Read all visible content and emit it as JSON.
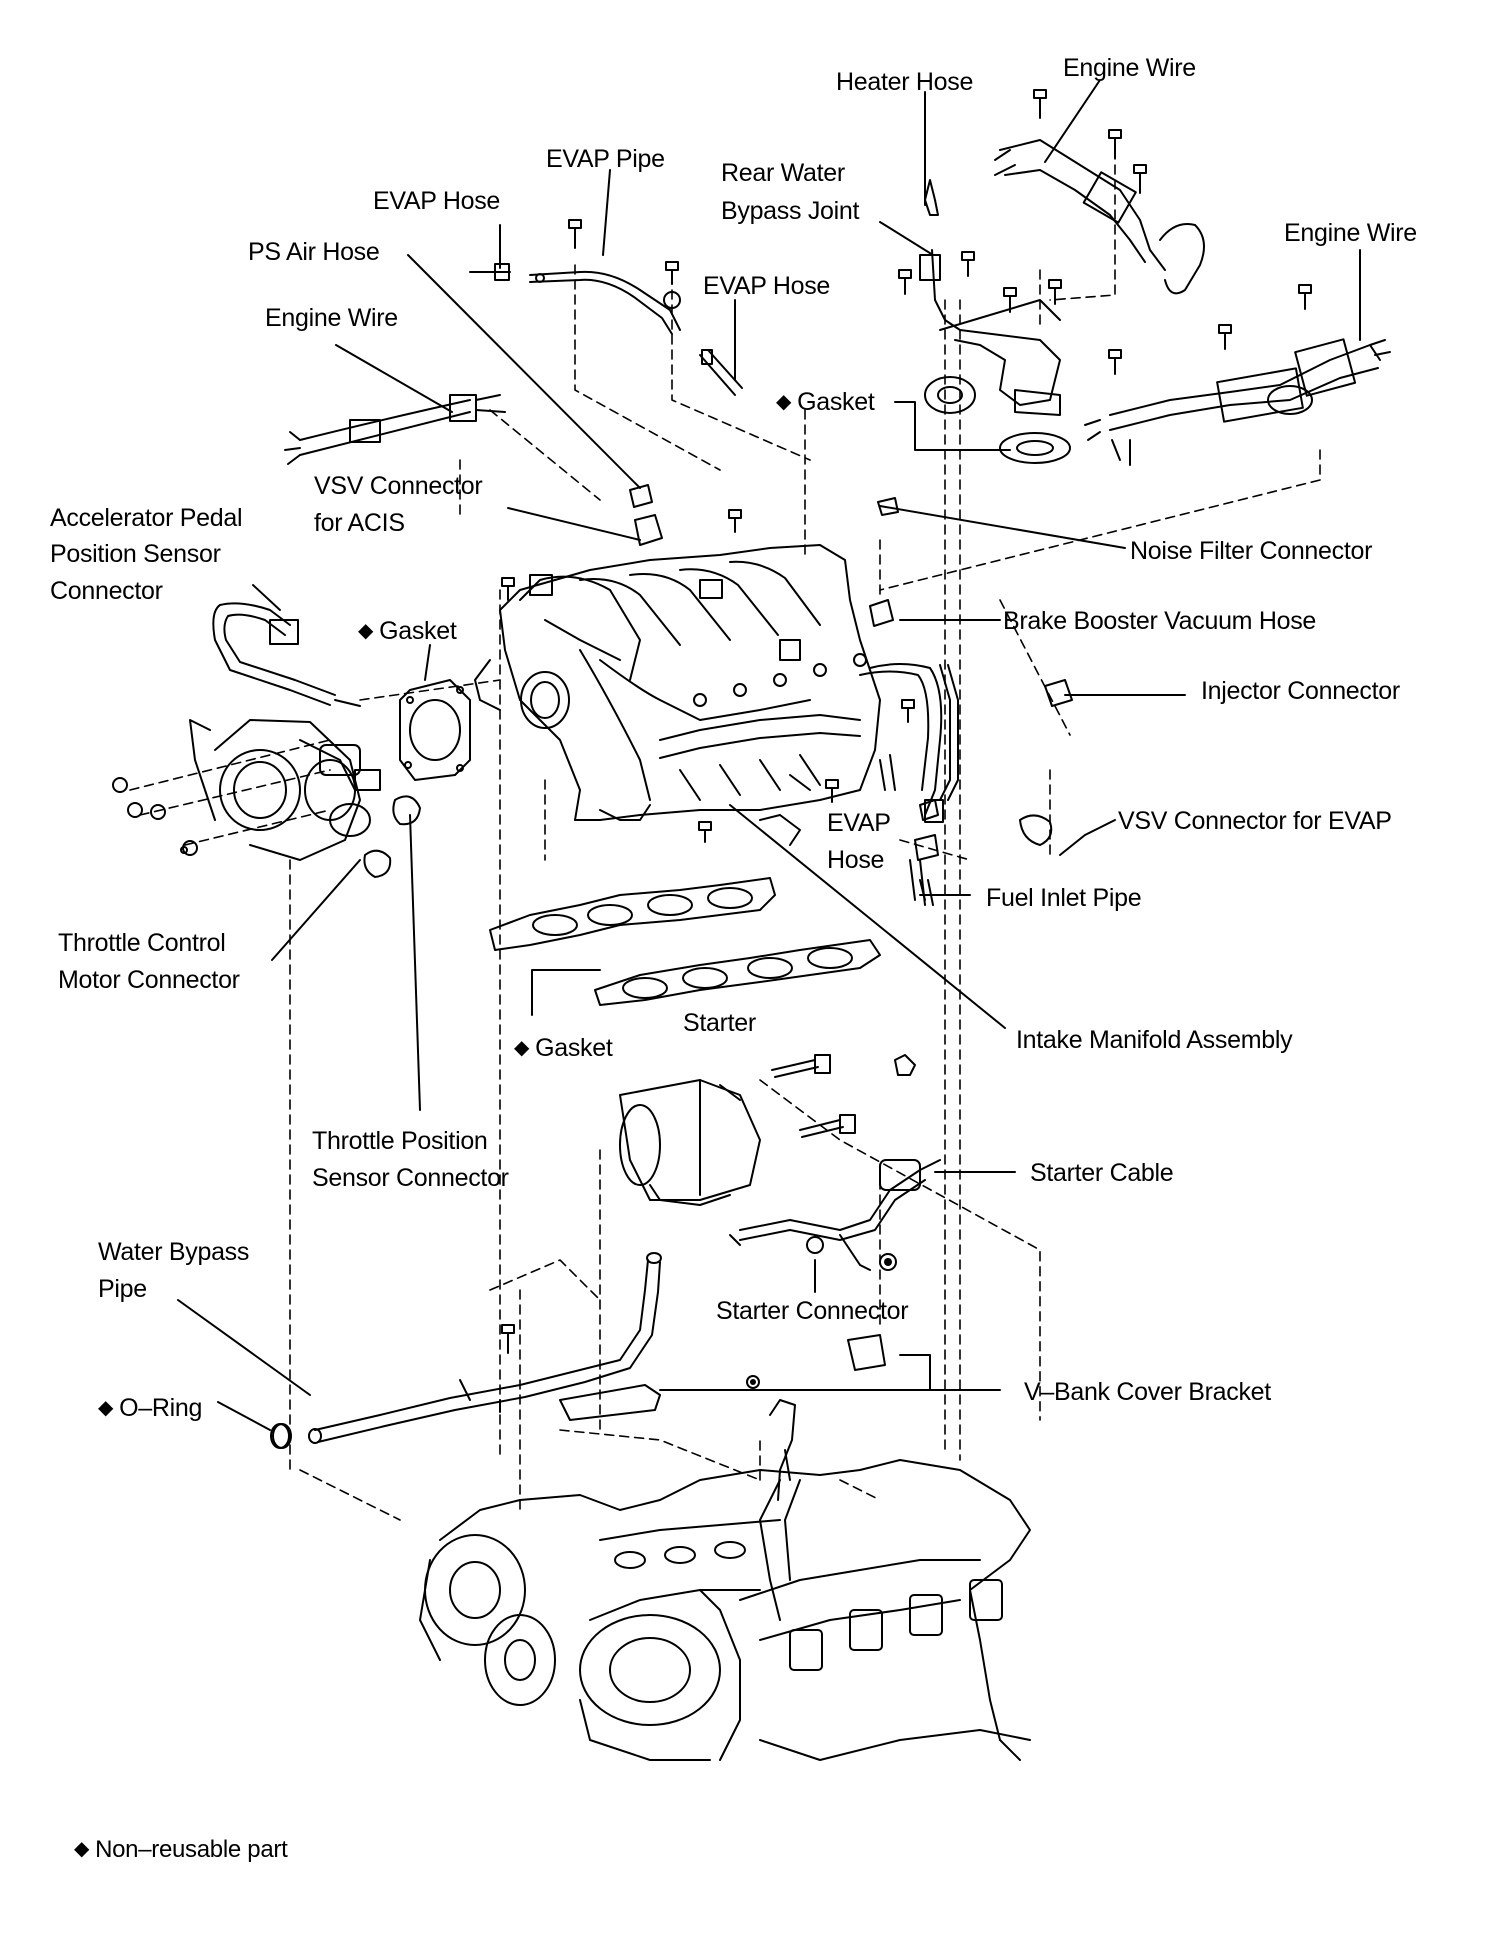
{
  "diamond": "◆",
  "labels": {
    "heater_hose": "Heater Hose",
    "engine_wire_top": "Engine Wire",
    "evap_pipe": "EVAP Pipe",
    "rear_water_bypass_joint_1": "Rear Water",
    "rear_water_bypass_joint_2": "Bypass Joint",
    "evap_hose_top": "EVAP Hose",
    "ps_air_hose": "PS Air Hose",
    "evap_hose_mid": "EVAP Hose",
    "engine_wire_right": "Engine Wire",
    "engine_wire_left": "Engine Wire",
    "gasket_top": "Gasket",
    "vsv_connector_acis_1": "VSV Connector",
    "vsv_connector_acis_2": "for ACIS",
    "accel_pedal_1": "Accelerator Pedal",
    "accel_pedal_2": "Position Sensor",
    "accel_pedal_3": "Connector",
    "noise_filter_connector": "Noise Filter Connector",
    "gasket_throttle": "Gasket",
    "brake_booster_vacuum_hose": "Brake Booster Vacuum Hose",
    "injector_connector": "Injector Connector",
    "evap_hose_bottom_1": "EVAP",
    "evap_hose_bottom_2": "Hose",
    "vsv_connector_evap": "VSV Connector for EVAP",
    "fuel_inlet_pipe": "Fuel Inlet Pipe",
    "throttle_control_1": "Throttle Control",
    "throttle_control_2": "Motor Connector",
    "starter": "Starter",
    "gasket_manifold": "Gasket",
    "intake_manifold_assembly": "Intake Manifold Assembly",
    "throttle_position_1": "Throttle Position",
    "throttle_position_2": "Sensor Connector",
    "starter_cable": "Starter Cable",
    "water_bypass_pipe_1": "Water Bypass",
    "water_bypass_pipe_2": "Pipe",
    "starter_connector": "Starter Connector",
    "o_ring": "O–Ring",
    "v_bank_cover_bracket": "V–Bank Cover Bracket",
    "non_reusable_part": "Non–reusable part"
  }
}
